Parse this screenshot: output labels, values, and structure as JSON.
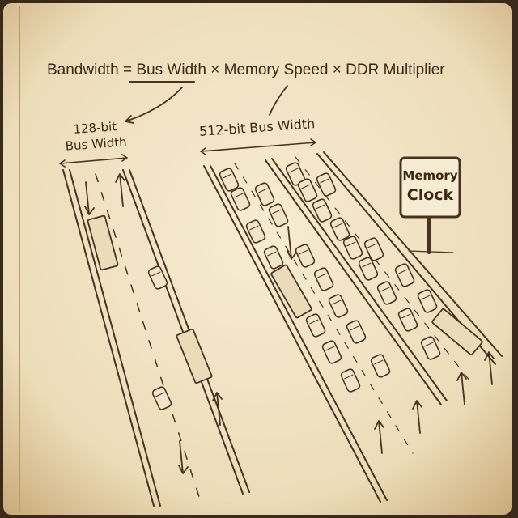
{
  "formula": {
    "prefix": "Bandwidth =",
    "bus_width": "Bus Width",
    "rest": "× Memory Speed × DDR Multiplier"
  },
  "narrow_bus": {
    "line1": "128-bit",
    "line2": "Bus Width"
  },
  "wide_bus": {
    "label": "512-bit Bus Width"
  },
  "sign": {
    "line1": "Memory",
    "line2": "Clock"
  },
  "colors": {
    "paper": "#efe2c4",
    "ink": "#4a3220",
    "sign_face": "#f6ecd4"
  }
}
